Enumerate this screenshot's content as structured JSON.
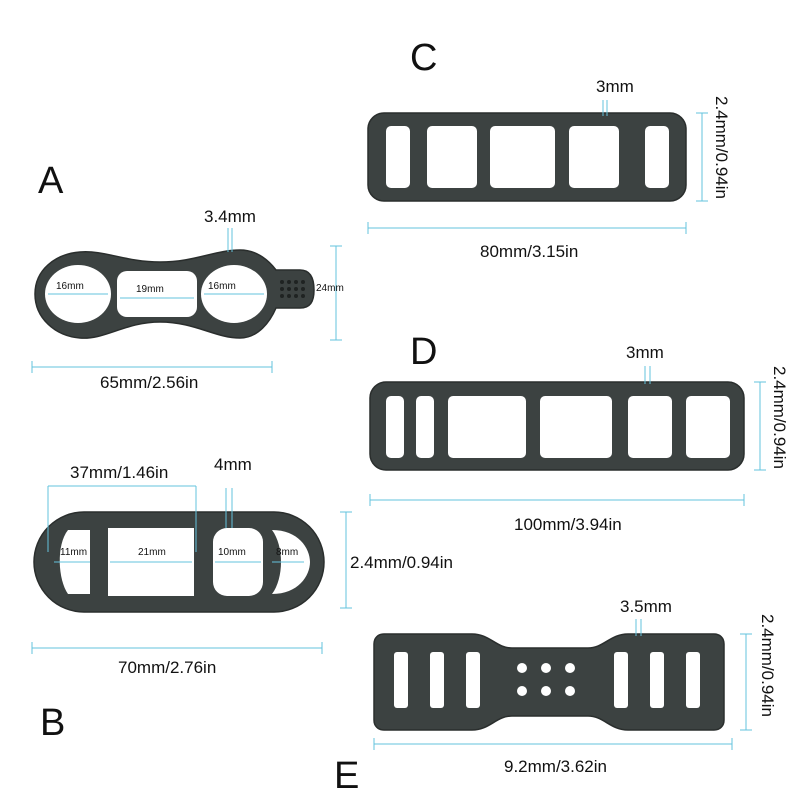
{
  "letters": {
    "a": "A",
    "b": "B",
    "c": "C",
    "d": "D",
    "e": "E"
  },
  "strap_a": {
    "thickness": "3.4mm",
    "hole_left": "16mm",
    "hole_mid": "19mm",
    "hole_right": "16mm",
    "height": "24mm",
    "length": "65mm/2.56in"
  },
  "strap_b": {
    "span": "37mm/1.46in",
    "thickness": "4mm",
    "hole1": "11mm",
    "hole2": "21mm",
    "hole3": "10mm",
    "hole4": "8mm",
    "height": "2.4mm/0.94in",
    "length": "70mm/2.76in"
  },
  "strap_c": {
    "thickness": "3mm",
    "height": "2.4mm/0.94in",
    "length": "80mm/3.15in"
  },
  "strap_d": {
    "thickness": "3mm",
    "height": "2.4mm/0.94in",
    "length": "100mm/3.94in"
  },
  "strap_e": {
    "thickness": "3.5mm",
    "height": "2.4mm/0.94in",
    "length": "9.2mm/3.62in"
  },
  "colors": {
    "strap": "#3c4241",
    "dimension_line": "#63c3dd"
  }
}
